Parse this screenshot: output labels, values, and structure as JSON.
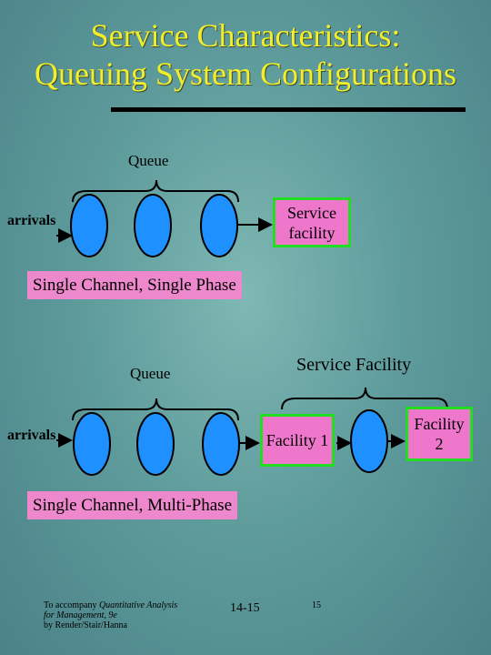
{
  "title": {
    "line1": "Service Characteristics:",
    "line2": "Queuing System Configurations"
  },
  "diagram1": {
    "queue_label": "Queue",
    "arrivals_label": "arrivals",
    "service_label": "Service facility",
    "caption": "Single Channel, Single Phase"
  },
  "diagram2": {
    "queue_label": "Queue",
    "service_label": "Service Facility",
    "arrivals_label": "arrivals",
    "facility1_label": "Facility 1",
    "facility2_label": "Facility 2",
    "caption": "Single Channel, Multi-Phase"
  },
  "footer": {
    "line1_prefix": "To accompany ",
    "line1_italic": "Quantitative Analysis",
    "line2": "for Management, 9e",
    "line3": "by Render/Stair/Hanna",
    "chapter_slide": "14-15",
    "page_number": "15"
  },
  "colors": {
    "title": "#f2ef2a",
    "ellipse": "#1e90ff",
    "box_fill": "#ee77cc",
    "box_border": "#22dd22",
    "caption_bg": "#ee88cc"
  }
}
